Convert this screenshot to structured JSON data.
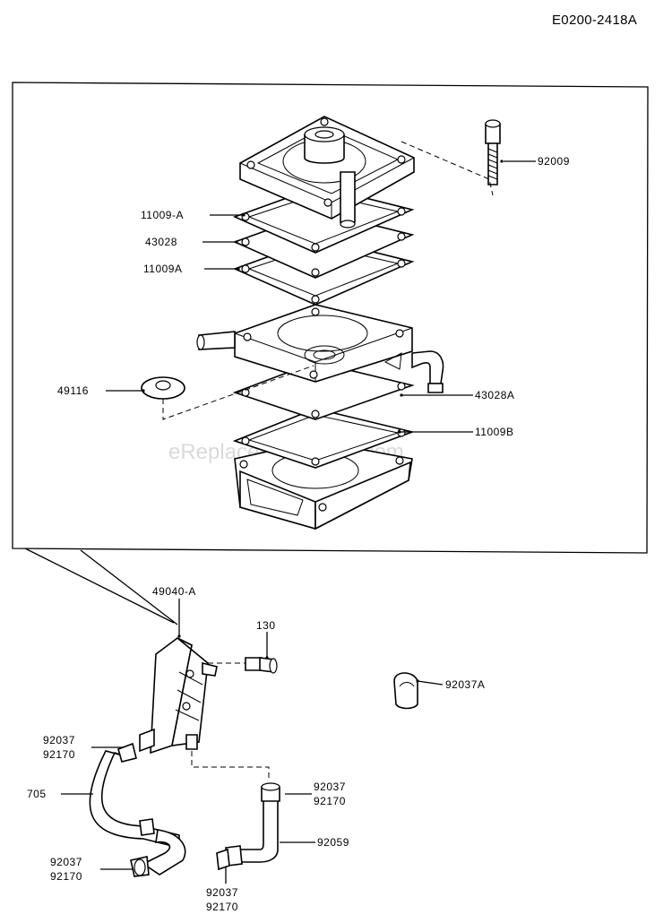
{
  "drawing_code": "E0200-2418A",
  "watermark": "eReplacementParts.com",
  "callouts": {
    "bolt": "92009",
    "gasket_top": "11009-A",
    "diaphragm_top": "43028",
    "gasket_mid": "11009A",
    "valve": "49116",
    "diaphragm_bottom": "43028A",
    "gasket_bottom": "11009B",
    "pump_assembly": "49040-A",
    "screw": "130",
    "clamp": "92037A",
    "clamp_left_a": "92037",
    "clamp_left_b": "92170",
    "hose_left": "705",
    "clamp_bl_a": "92037",
    "clamp_bl_b": "92170",
    "clamp_right_a": "92037",
    "clamp_right_b": "92170",
    "hose_right": "92059",
    "clamp_bottom_a": "92037",
    "clamp_bottom_b": "92170"
  }
}
